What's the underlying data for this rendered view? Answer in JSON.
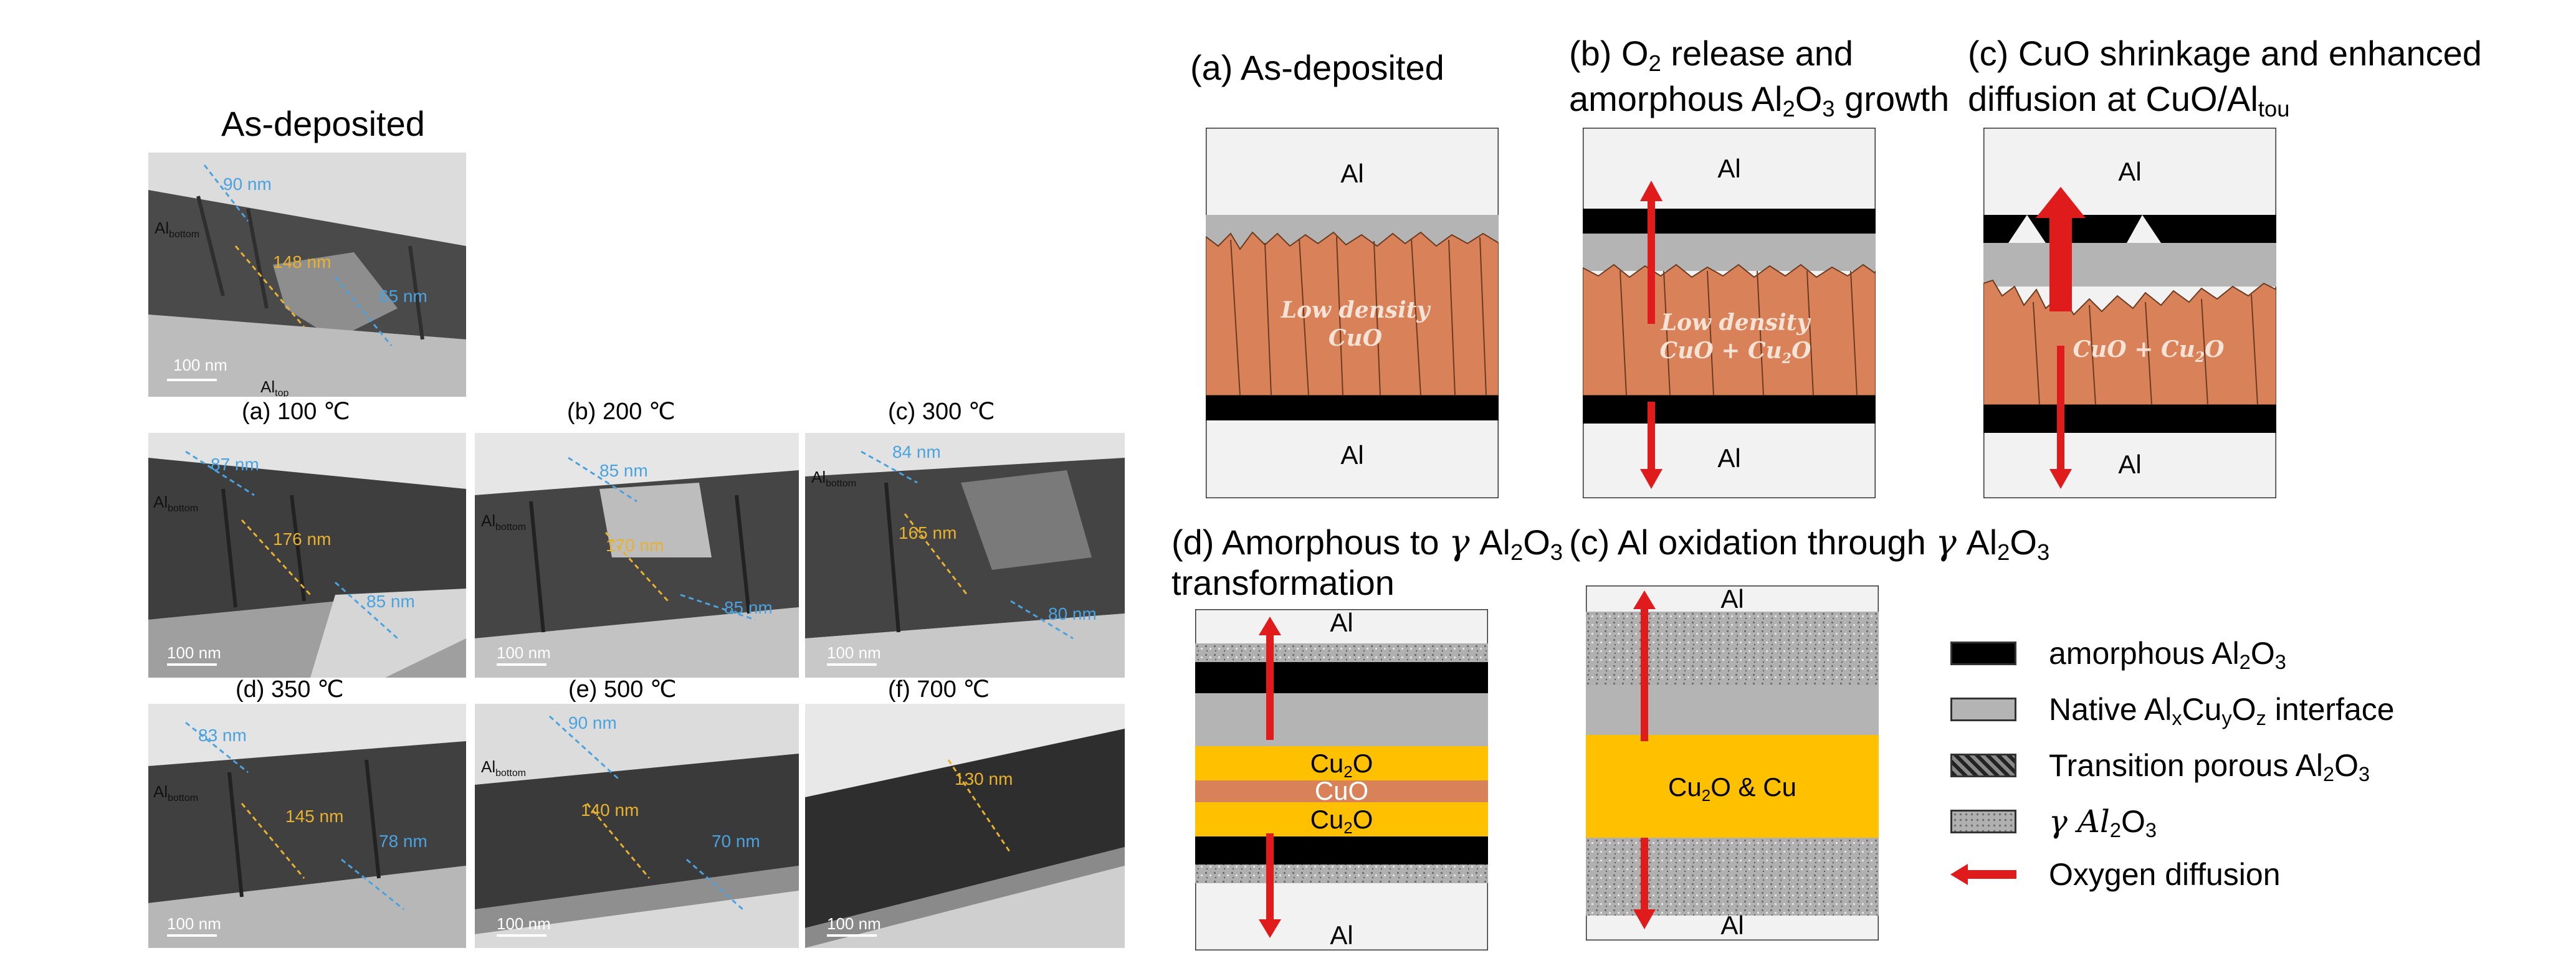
{
  "tem_panels": {
    "title": "As-deposited",
    "labels": [
      "(a) 100 ℃",
      "(b) 200 ℃",
      "(c) 300 ℃",
      "(d) 350 ℃",
      "(e) 500 ℃",
      "(f) 700 ℃"
    ],
    "as_deposited": {
      "m1": "90 nm",
      "m2": "148 nm",
      "m3": "65 nm",
      "label": "Al",
      "label_sub": "bottom",
      "label_tou": "Al",
      "label_tou_sub": "top",
      "scale": "100 nm"
    },
    "p100": {
      "m1": "87 nm",
      "m2": "176 nm",
      "m3": "85 nm",
      "label": "Al",
      "label_sub": "bottom",
      "scale": "100 nm"
    },
    "p200": {
      "m1": "85 nm",
      "m2": "170 nm",
      "m3": "85 nm",
      "label": "Al",
      "label_sub": "bottom",
      "scale": "100 nm"
    },
    "p300": {
      "m1": "84 nm",
      "m2": "165 nm",
      "m3": "80 nm",
      "label": "Al",
      "label_sub": "bottom",
      "scale": "100 nm"
    },
    "p350": {
      "m1": "83 nm",
      "m2": "145 nm",
      "m3": "78 nm",
      "label": "Al",
      "label_sub": "bottom",
      "scale": "100 nm"
    },
    "p500": {
      "m1": "90 nm",
      "m2": "140 nm",
      "m3": "70 nm",
      "label": "Al",
      "label_sub": "bottom",
      "scale": "100 nm"
    },
    "p700": {
      "m2": "130 nm",
      "scale": "100 nm"
    }
  },
  "schematics": {
    "a": {
      "title": "(a) As-deposited",
      "top": "Al",
      "bottom": "Al",
      "center1": "Low density",
      "center2": "CuO"
    },
    "b": {
      "title1a": "(b) O",
      "title1sub": "2",
      "title1b": " release and",
      "title2a": "amorphous Al",
      "title2s1": "2",
      "title2b": "O",
      "title2s2": "3",
      "title2c": " growth",
      "top": "Al",
      "bottom": "Al",
      "center1": "Low density",
      "center2a": "CuO + Cu",
      "center2sub": "2",
      "center2b": "O"
    },
    "c": {
      "title1": "(c) CuO shrinkage and enhanced",
      "title2a": "diffusion at CuO/Al",
      "title2sub": "tou",
      "top": "Al",
      "bottom": "Al",
      "centera": "CuO + Cu",
      "centersub": "2",
      "centerb": "O"
    },
    "d": {
      "title1a": "(d) Amorphous to ",
      "title1g": "γ",
      "title1b": " Al",
      "title1s1": "2",
      "title1c": "O",
      "title1s2": "3",
      "title2": "transformation",
      "top": "Al",
      "bottom": "Al",
      "cu2o_a": "Cu",
      "cu2o_sub": "2",
      "cu2o_b": "O",
      "cuo": "CuO"
    },
    "e": {
      "title1a": "(c) Al oxidation through ",
      "title1g": "γ",
      "title1b": " Al",
      "title1s1": "2",
      "title1c": "O",
      "title1s2": "3",
      "top": "Al",
      "bottom": "Al",
      "center_a": "Cu",
      "center_sub": "2",
      "center_b": "O & Cu"
    }
  },
  "legend": {
    "items": [
      {
        "a": "amorphous Al",
        "s1": "2",
        "b": "O",
        "s2": "3",
        "c": "",
        "s3": "",
        "d": ""
      },
      {
        "a": "Native Al",
        "s1": "x",
        "b": "Cu",
        "s2": "y",
        "c": "O",
        "s3": "z",
        "d": " interface"
      },
      {
        "a": "Transition porous Al",
        "s1": "2",
        "b": "O",
        "s2": "3",
        "c": "",
        "s3": "",
        "d": ""
      },
      {
        "a": "γ Al",
        "s1": "2",
        "b": "O",
        "s2": "3",
        "c": "",
        "s3": "",
        "d": ""
      },
      {
        "a": "Oxygen diffusion",
        "s1": "",
        "b": "",
        "s2": "",
        "c": "",
        "s3": "",
        "d": ""
      }
    ]
  },
  "colors": {
    "al": "#f2f2f2",
    "native": "#b5b4b4",
    "amorphous": "#000000",
    "cuo": "#d9825a",
    "cu2o": "#ffc000",
    "arrow": "#e01b1b",
    "measure_blue": "#4aa3df",
    "measure_yellow": "#e8b230"
  }
}
